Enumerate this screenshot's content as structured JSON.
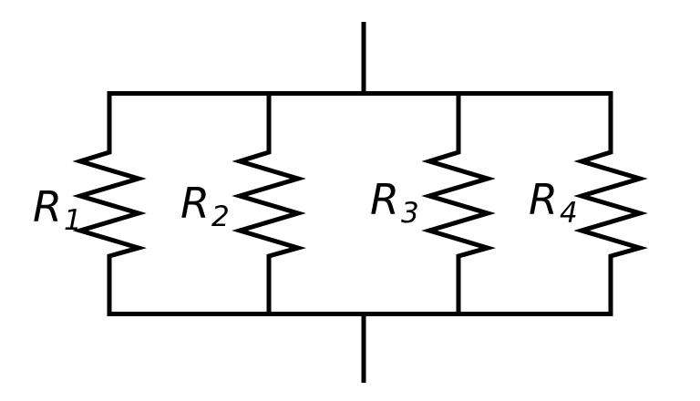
{
  "circuit": {
    "kind": "parallel-resistor-network",
    "description": "Four resistors connected in parallel between a top terminal wire and a bottom terminal wire",
    "colors": {
      "wire": "#000000",
      "background": "#ffffff"
    },
    "resistors": [
      {
        "name": "R1",
        "symbol": "R",
        "subscript": "1"
      },
      {
        "name": "R2",
        "symbol": "R",
        "subscript": "2"
      },
      {
        "name": "R3",
        "symbol": "R",
        "subscript": "3"
      },
      {
        "name": "R4",
        "symbol": "R",
        "subscript": "4"
      }
    ]
  }
}
